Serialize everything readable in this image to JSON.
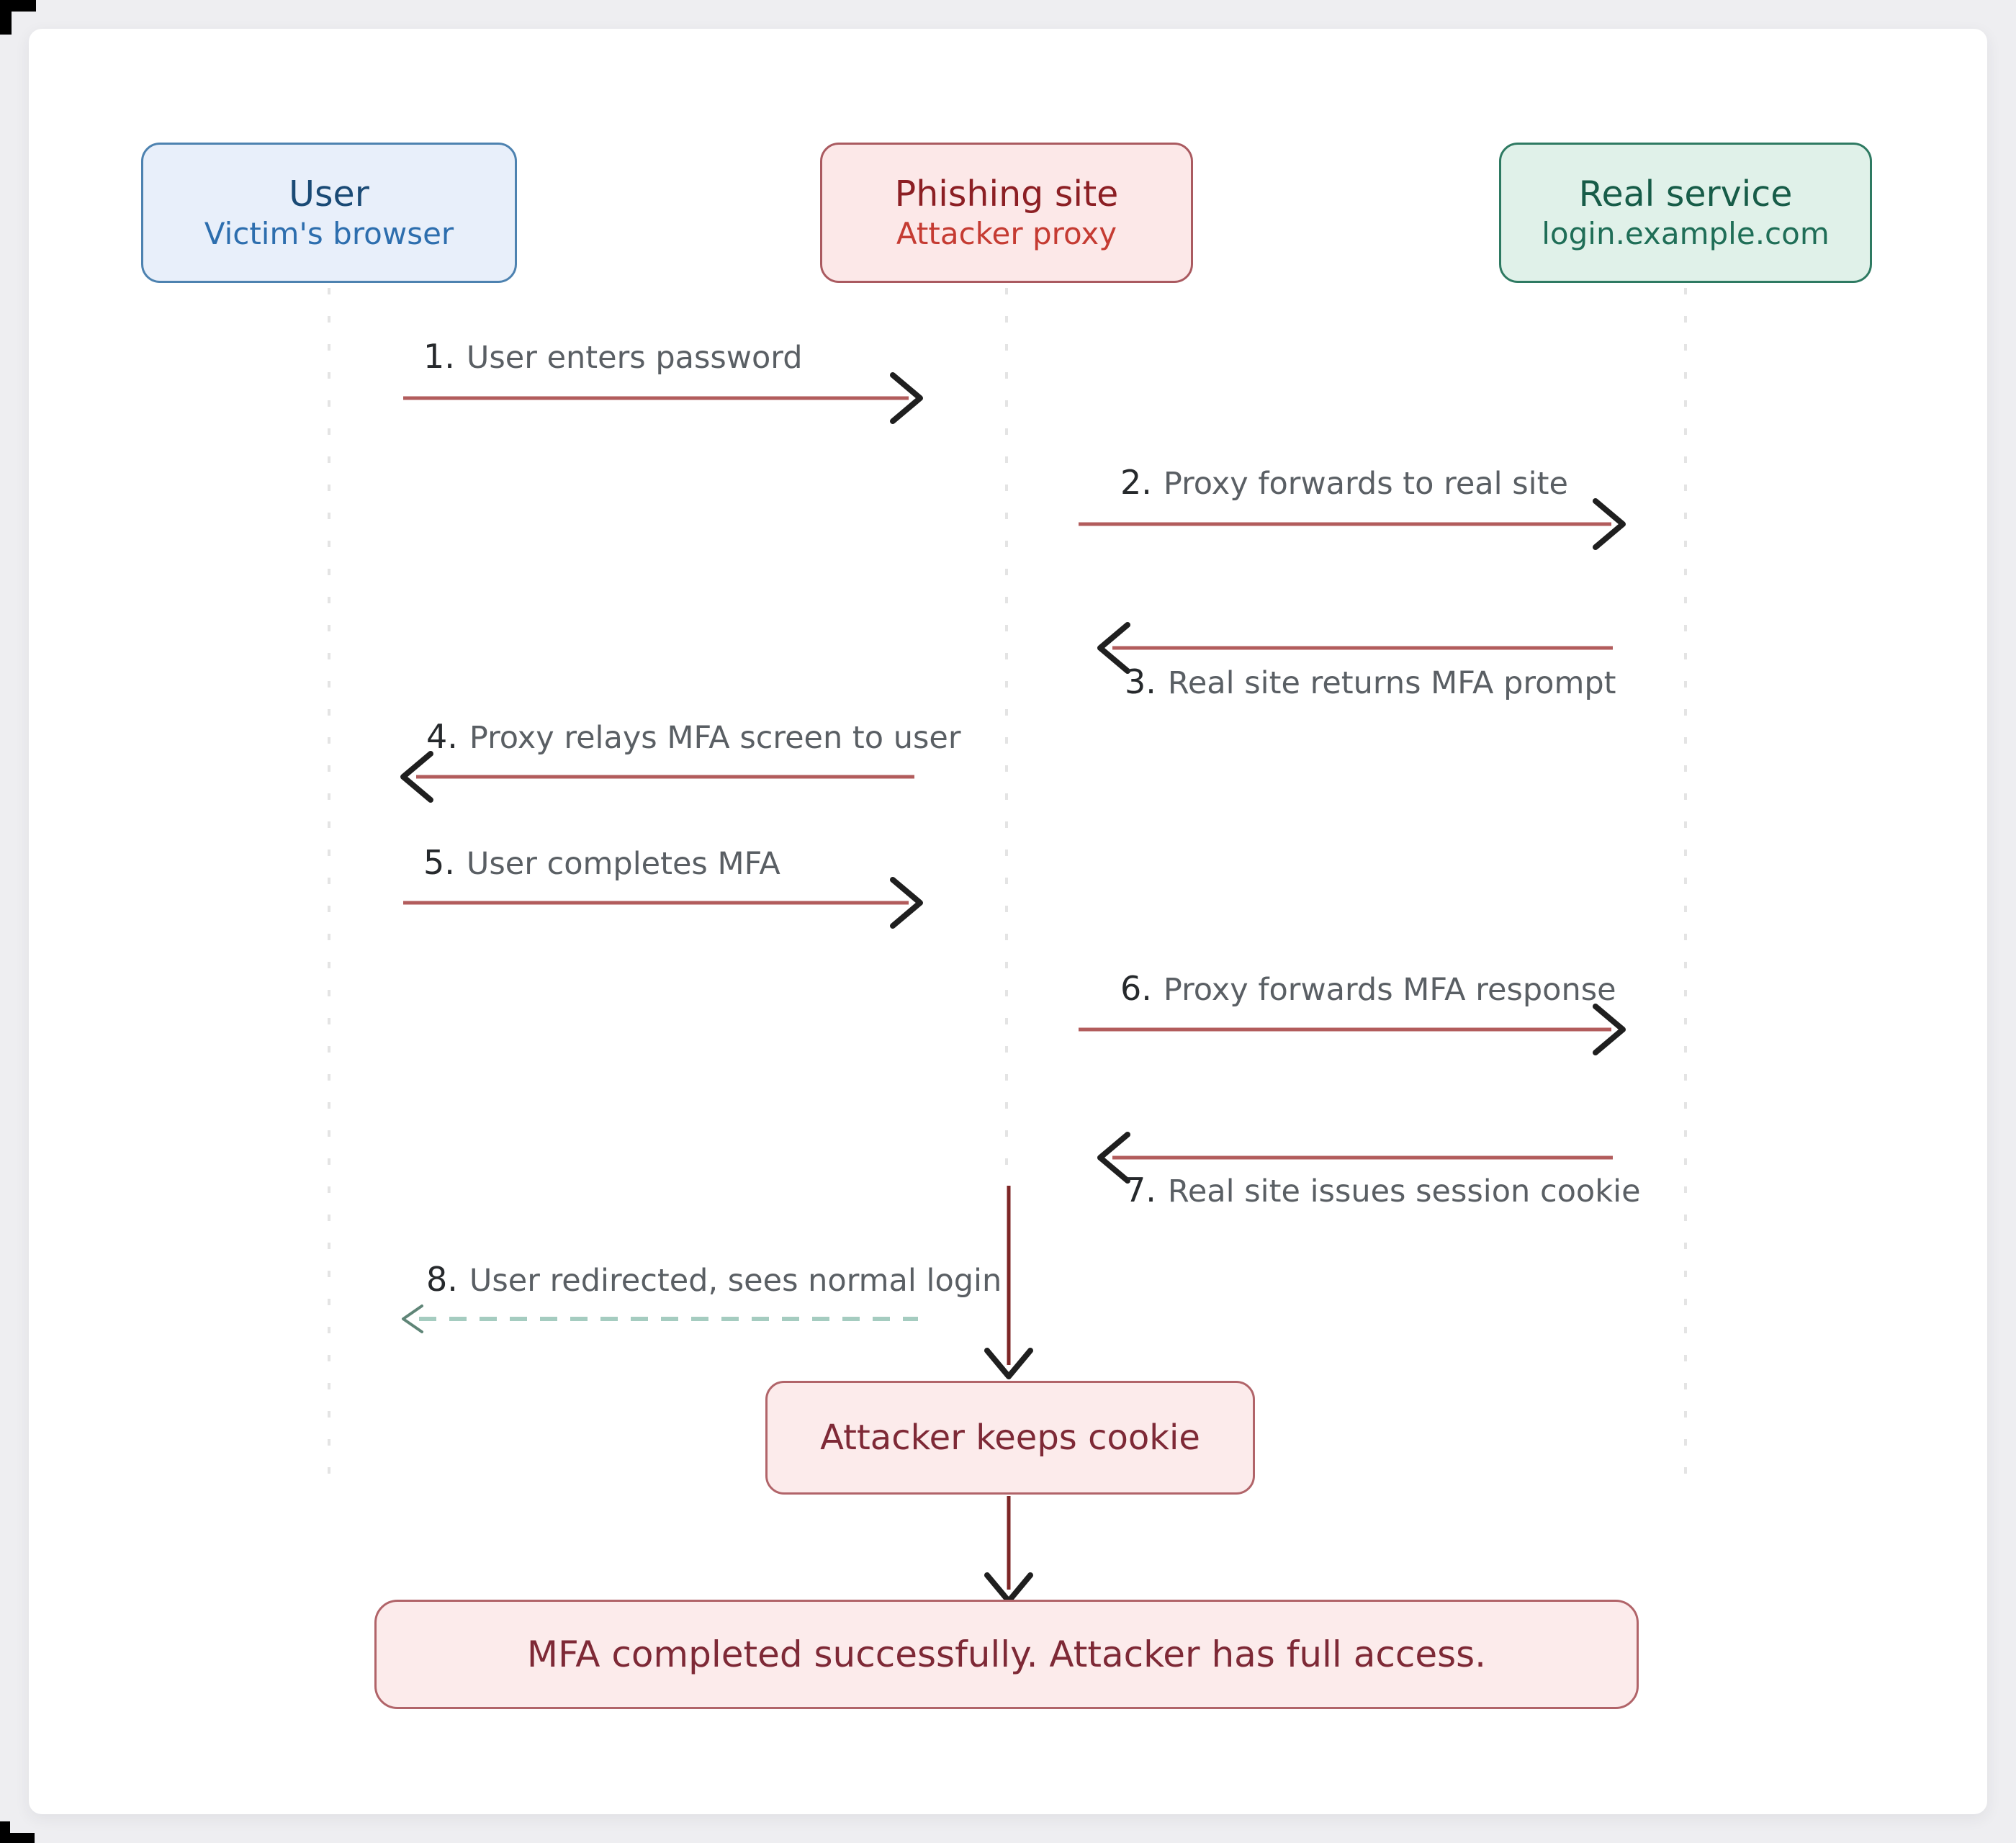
{
  "diagram": {
    "type": "sequence-diagram",
    "topic": "MFA phishing via attacker proxy"
  },
  "actors": [
    {
      "id": "user",
      "title": "User",
      "subtitle": "Victim's browser"
    },
    {
      "id": "phish",
      "title": "Phishing site",
      "subtitle": "Attacker proxy"
    },
    {
      "id": "real",
      "title": "Real service",
      "subtitle": "login.example.com"
    }
  ],
  "messages": [
    {
      "num": "1.",
      "text": "User enters password",
      "from": "user",
      "to": "phish",
      "style": "solid"
    },
    {
      "num": "2.",
      "text": "Proxy forwards to real site",
      "from": "phish",
      "to": "real",
      "style": "solid"
    },
    {
      "num": "3.",
      "text": "Real site returns MFA prompt",
      "from": "real",
      "to": "phish",
      "style": "solid"
    },
    {
      "num": "4.",
      "text": "Proxy relays MFA screen to user",
      "from": "phish",
      "to": "user",
      "style": "solid"
    },
    {
      "num": "5.",
      "text": "User completes MFA",
      "from": "user",
      "to": "phish",
      "style": "solid"
    },
    {
      "num": "6.",
      "text": "Proxy forwards MFA response",
      "from": "phish",
      "to": "real",
      "style": "solid"
    },
    {
      "num": "7.",
      "text": "Real site issues session cookie",
      "from": "real",
      "to": "phish",
      "style": "solid"
    },
    {
      "num": "8.",
      "text": "User redirected, sees normal login",
      "from": "phish",
      "to": "user",
      "style": "dashed"
    }
  ],
  "nodes": [
    {
      "id": "keep",
      "label": "Attacker keeps cookie"
    },
    {
      "id": "final",
      "label": "MFA completed successfully. Attacker has full access."
    }
  ],
  "colors": {
    "page-bg": "#eeeef1",
    "card-bg": "#ffffff",
    "user-bg": "#e8effa",
    "user-border": "#4d82b0",
    "user-title": "#1a4a75",
    "user-sub": "#2d6eae",
    "phish-bg": "#fce8e8",
    "phish-border": "#aa5a60",
    "phish-title": "#8c1f24",
    "phish-sub": "#c53b32",
    "real-bg": "#e0f1e9",
    "real-border": "#2e7a62",
    "real-title": "#175c48",
    "real-sub": "#1f6e57",
    "line-red": "#b25c5c",
    "line-dark-red": "#7d2626",
    "chevron": "#1f1f1f",
    "teal-dash": "#a5ccc0",
    "teal-chevron": "#5f8577",
    "lifeline": "#e4e4e4",
    "label-num": "#26292c",
    "label-text": "#5a5f64",
    "node-bg": "#fcebeb",
    "node-border": "#b16469",
    "node-text": "#7e2936"
  }
}
